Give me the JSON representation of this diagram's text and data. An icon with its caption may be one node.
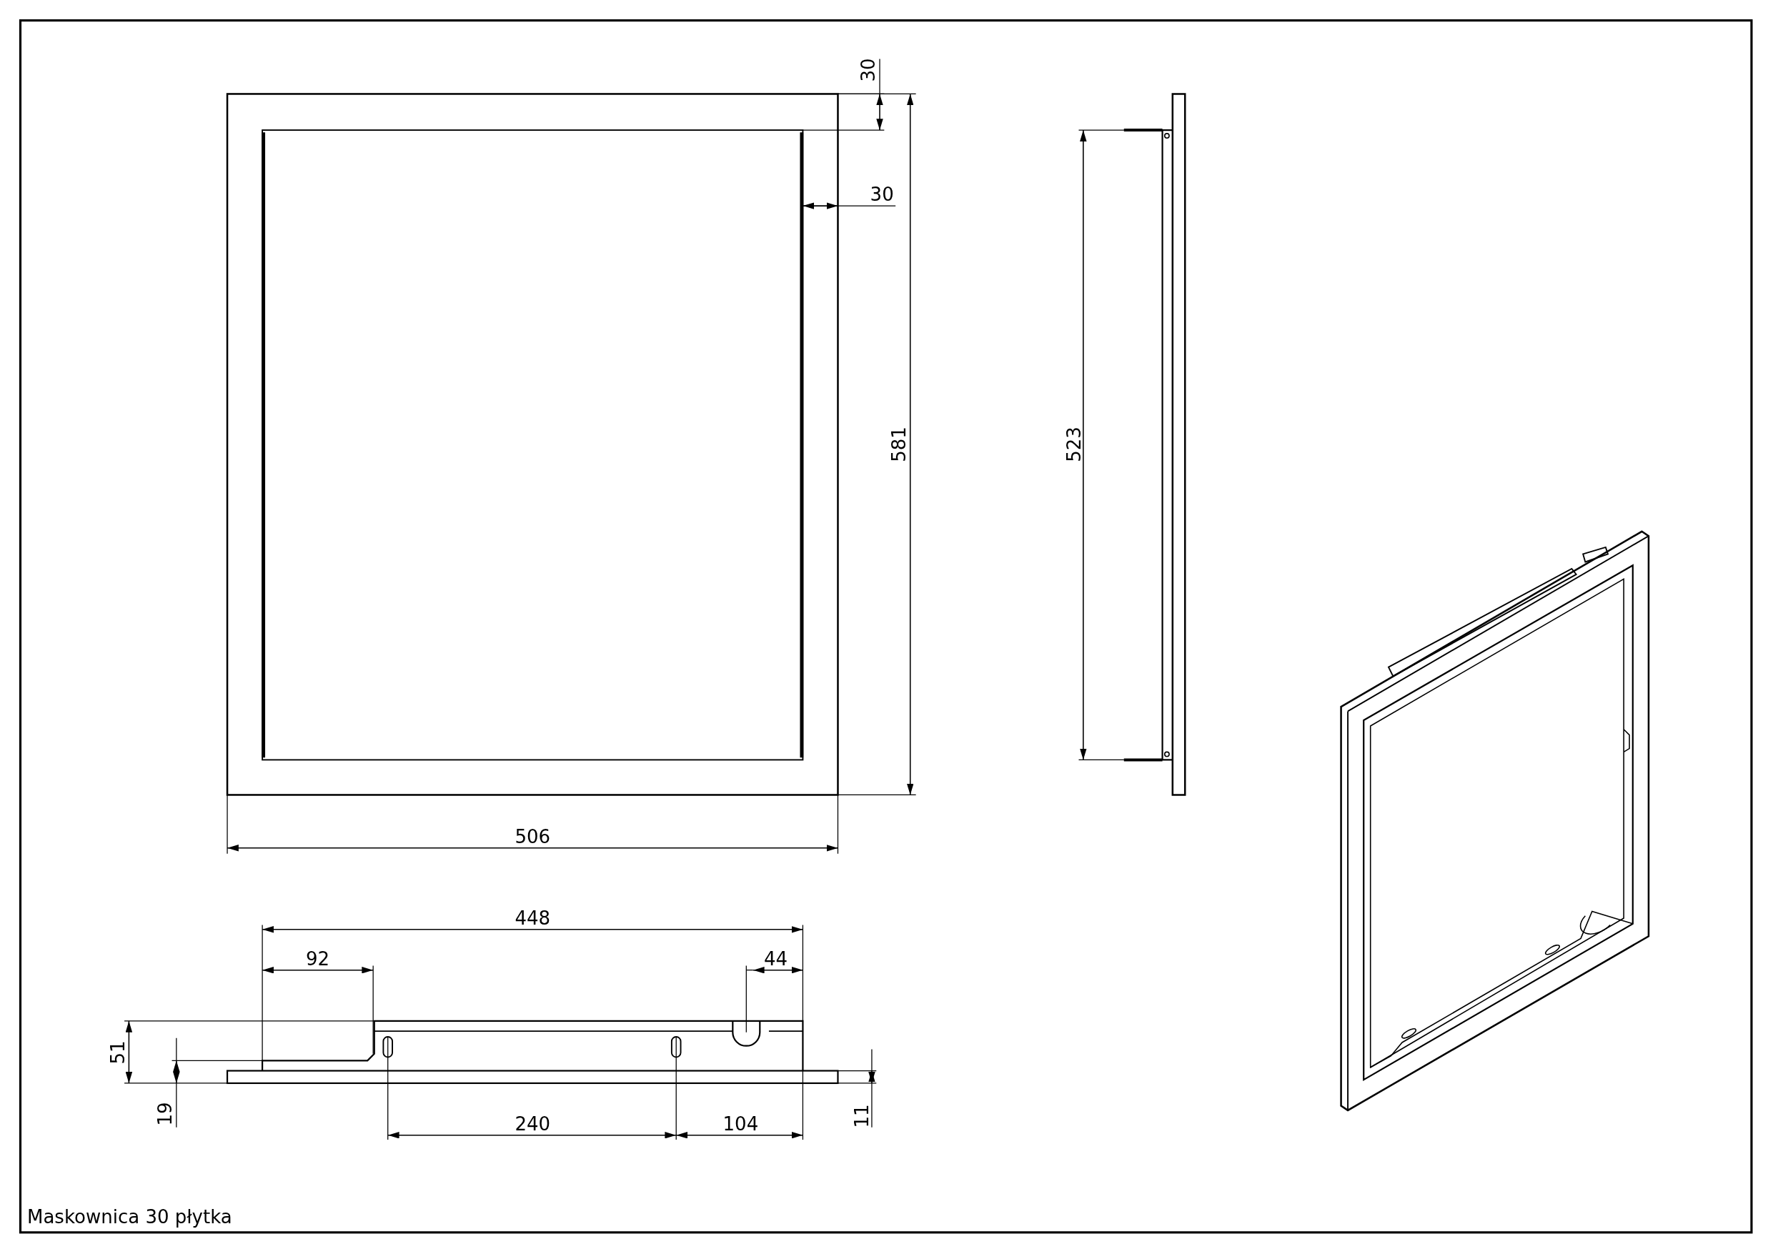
{
  "diagram": {
    "title": "Maskownica 30 płytka",
    "labels": [
      "30",
      "30",
      "581",
      "523",
      "506",
      "448",
      "92",
      "44",
      "51",
      "19",
      "240",
      "104",
      "11"
    ]
  }
}
